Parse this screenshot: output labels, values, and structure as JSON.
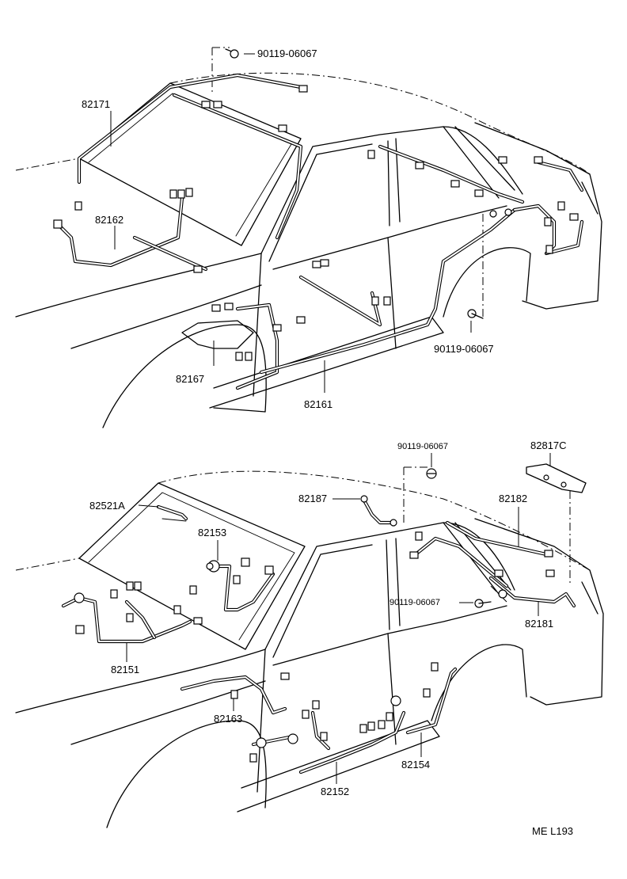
{
  "labels": {
    "p82171": "82171",
    "p90119_top": "90119-06067",
    "p82162": "82162",
    "p82167": "82167",
    "p82161": "82161",
    "p90119_mid": "90119-06067",
    "p90119_lower": "90119-06067",
    "p82817c": "82817C",
    "p82521a": "82521A",
    "p82187": "82187",
    "p82182": "82182",
    "p82153": "82153",
    "p90119_lower2": "90119-06067",
    "p82151": "82151",
    "p82181": "82181",
    "p82163": "82163",
    "p82154": "82154",
    "p82152": "82152"
  },
  "footer": {
    "code": "ME  L193"
  }
}
